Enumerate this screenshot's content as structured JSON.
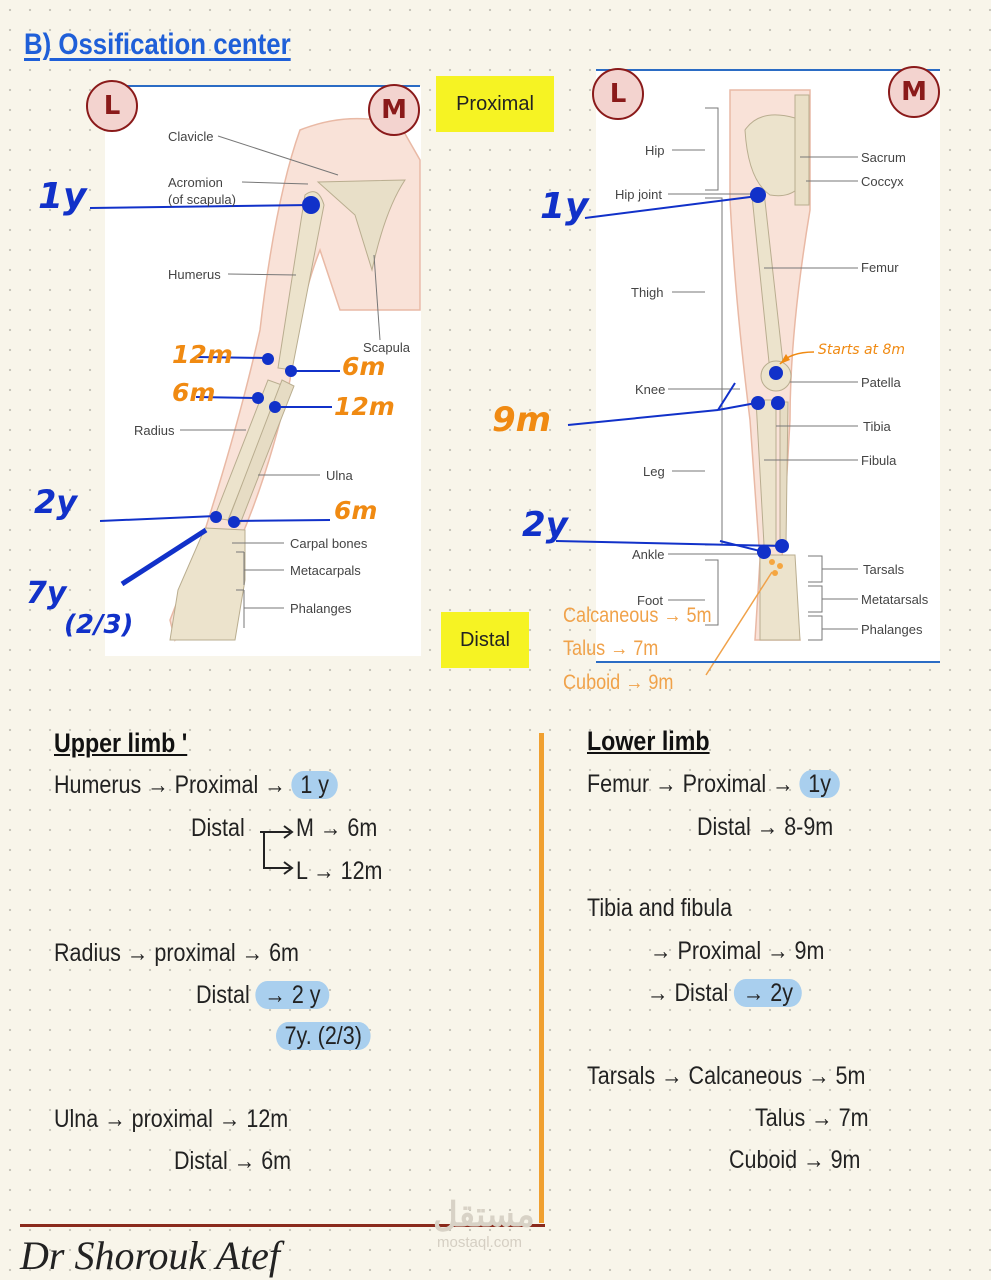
{
  "title": "B) Ossification center",
  "proximal_label": "Proximal",
  "distal_label": "Distal",
  "side_letters": {
    "lateral": "L",
    "medial": "M"
  },
  "upper_diagram": {
    "labels": [
      "Clavicle",
      "Acromion",
      "(of scapula)",
      "Humerus",
      "Scapula",
      "Radius",
      "Ulna",
      "Carpal bones",
      "Metacarpals",
      "Phalanges"
    ],
    "annotations": [
      "1y",
      "12m",
      "6m",
      "6m",
      "12m",
      "2y",
      "6m",
      "7y",
      "(2/3)"
    ]
  },
  "lower_diagram": {
    "labels": [
      "Hip",
      "Hip joint",
      "Thigh",
      "Knee",
      "Leg",
      "Ankle",
      "Foot",
      "Sacrum",
      "Coccyx",
      "Femur",
      "Patella",
      "Tibia",
      "Fibula",
      "Tarsals",
      "Metatarsals",
      "Phalanges"
    ],
    "annotations": [
      "1y",
      "Starts at 8m",
      "9m",
      "2y"
    ],
    "tarsal_notes": [
      "Calcaneous → 5m",
      "Talus → 7m",
      "Cuboid → 9m"
    ]
  },
  "upper_limb": {
    "heading": "Upper limb '",
    "humerus_line": "Humerus → Proximal →",
    "humerus_prox": "1 y",
    "humerus_distal": "Distal",
    "humerus_m": "M → 6m",
    "humerus_l": "L → 12m",
    "radius_line": "Radius → proximal → 6m",
    "radius_distal": "Distal",
    "radius_distal_val": "→ 2 y",
    "radius_extra": "7y. (2/3)",
    "ulna_line": "Ulna → proximal → 12m",
    "ulna_distal": "Distal →  6m"
  },
  "lower_limb": {
    "heading": "Lower limb",
    "femur_line": "Femur → Proximal →",
    "femur_prox": "1y",
    "femur_distal": "Distal →  8-9m",
    "tibfib_title": "Tibia and fibula",
    "tibfib_prox": "→ Proximal →  9m",
    "tibfib_distal": "→ Distal",
    "tibfib_distal_val": "→ 2y",
    "tarsals_line": "Tarsals → Calcaneous → 5m",
    "talus": "Talus → 7m",
    "cuboid": "Cuboid → 9m"
  },
  "signature": "Dr Shorouk Atef",
  "watermark": "مستقل",
  "watermark_url": "mostaql.com",
  "colors": {
    "title_blue": "#1f5fd8",
    "ink_blue": "#1131c9",
    "ink_orange": "#f08a12",
    "divider_orange": "#f0a030",
    "highlight": "#a9cfee",
    "label_yellow": "#f6f323"
  }
}
